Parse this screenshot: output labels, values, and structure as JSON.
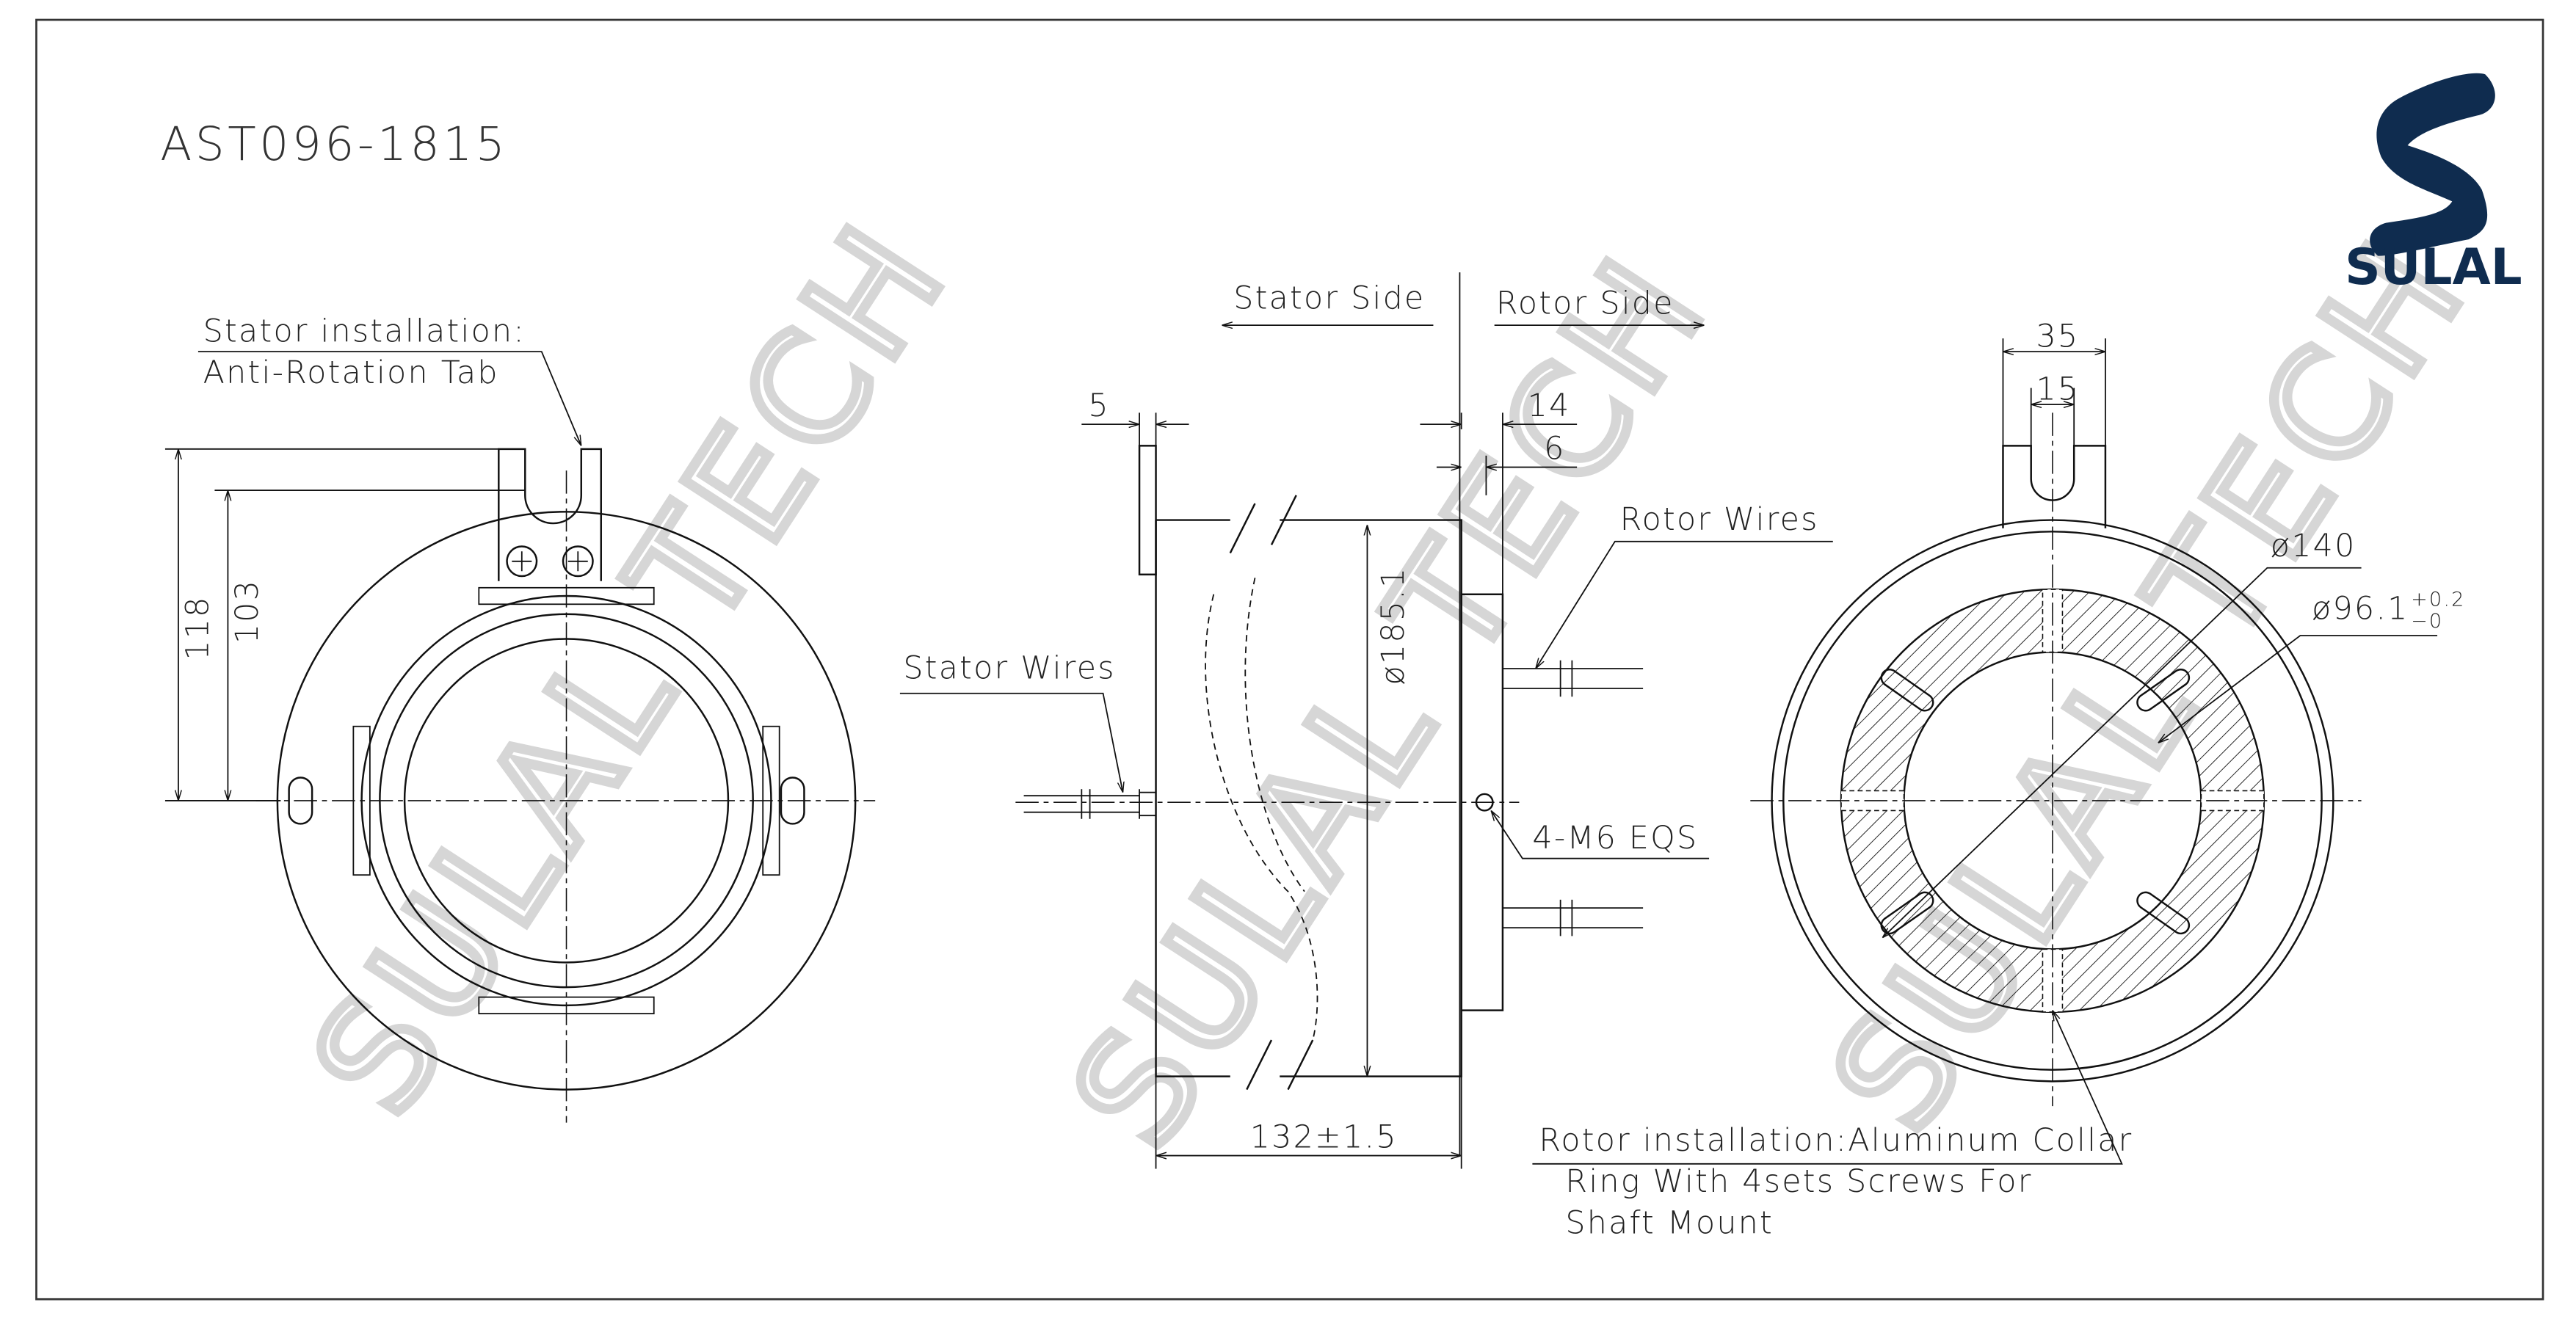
{
  "title": "AST096-1815",
  "brand": {
    "logo_text": "SULAL",
    "color": "#0f2c4f"
  },
  "watermark": "SULAL TECH",
  "left_view": {
    "note_line1": "Stator installation:",
    "note_line2": "Anti-Rotation Tab",
    "dim_118": "118",
    "dim_103": "103"
  },
  "side_view": {
    "stator_side": "Stator Side",
    "rotor_side": "Rotor Side",
    "dim_5": "5",
    "dim_14": "14",
    "dim_6": "6",
    "dim_dia": "ø185.1",
    "dim_length": "132±1.5",
    "stator_wires": "Stator Wires",
    "rotor_wires": "Rotor Wires",
    "holes": "4-M6 EQS"
  },
  "right_view": {
    "dim_35": "35",
    "dim_15": "15",
    "dim_140": "ø140",
    "dim_96": "ø96.1",
    "tol_plus": "+0.2",
    "tol_minus": "−0",
    "note_line1": "Rotor installation:Aluminum Collar",
    "note_line2": "Ring With 4sets Screws For",
    "note_line3": "Shaft Mount"
  }
}
